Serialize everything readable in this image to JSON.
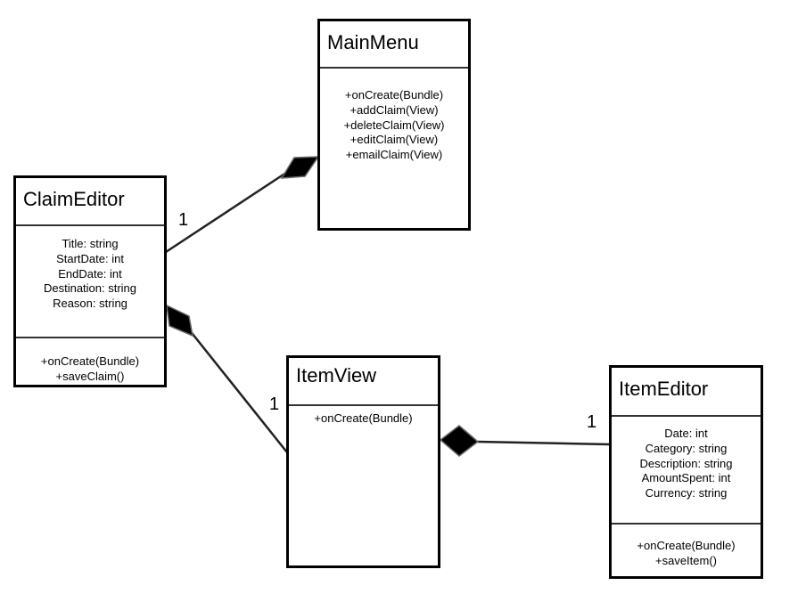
{
  "classes": {
    "main_menu": {
      "name": "MainMenu",
      "attributes": [],
      "methods": [
        "+onCreate(Bundle)",
        "+addClaim(View)",
        "+deleteClaim(View)",
        "+editClaim(View)",
        "+emailClaim(View)"
      ]
    },
    "claim_editor": {
      "name": "ClaimEditor",
      "attributes": [
        "Title: string",
        "StartDate: int",
        "EndDate: int",
        "Destination: string",
        "Reason: string"
      ],
      "methods": [
        "+onCreate(Bundle)",
        "+saveClaim()"
      ]
    },
    "item_view": {
      "name": "ItemView",
      "attributes": [],
      "methods": [
        "+onCreate(Bundle)"
      ]
    },
    "item_editor": {
      "name": "ItemEditor",
      "attributes": [
        "Date: int",
        "Category: string",
        "Description: string",
        "AmountSpent: int",
        "Currency: string"
      ],
      "methods": [
        "+onCreate(Bundle)",
        "+saveItem()"
      ]
    }
  },
  "associations": [
    {
      "whole": "MainMenu",
      "part": "ClaimEditor",
      "type": "composition",
      "multiplicity": "1"
    },
    {
      "whole": "ClaimEditor",
      "part": "ItemView",
      "type": "composition",
      "multiplicity": "1"
    },
    {
      "whole": "ItemView",
      "part": "ItemEditor",
      "type": "composition",
      "multiplicity": "1"
    }
  ],
  "colors": {
    "line": "#222222",
    "diamond_fill": "#000000",
    "border": "#000000"
  }
}
